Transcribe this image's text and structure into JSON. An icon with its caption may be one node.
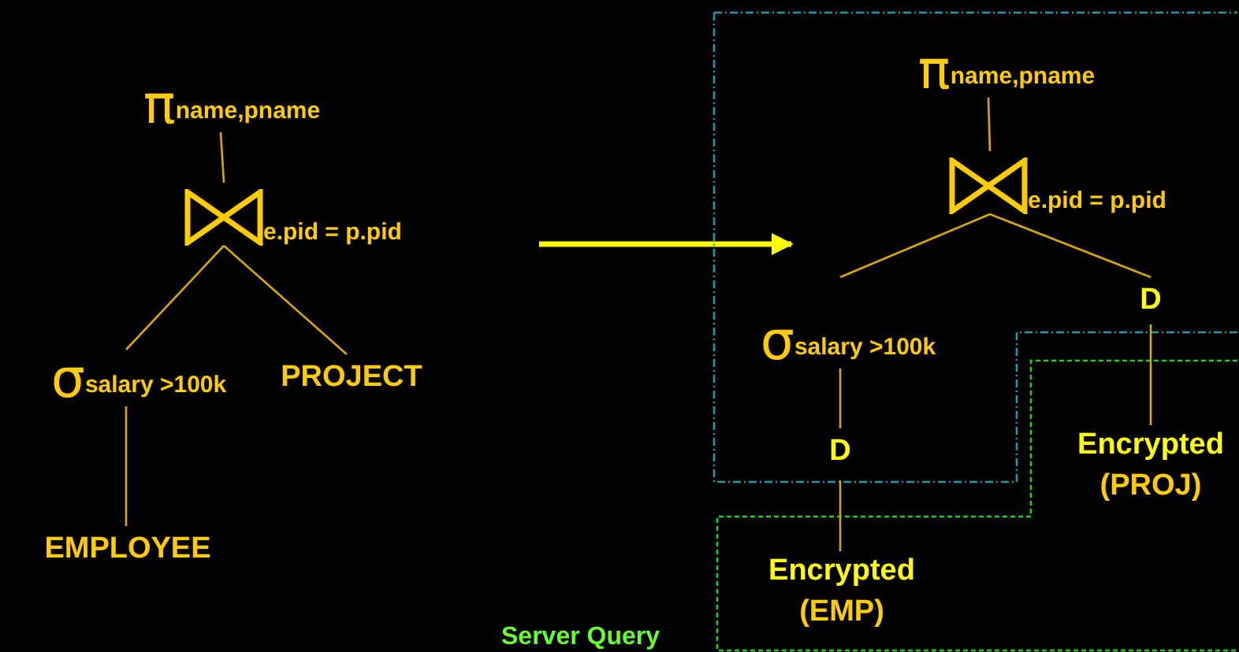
{
  "diagram": {
    "nodes": [
      {
        "text": [
          "π",
          "name,pname"
        ]
      },
      {
        "text": [
          "e.pid = p.pid"
        ]
      },
      {
        "text": [
          "σ",
          "salary >100k"
        ]
      },
      {
        "text": [
          "PROJECT"
        ]
      },
      {
        "text": [
          "EMPLOYEE"
        ]
      },
      {
        "text": [
          "π",
          "name,pname"
        ]
      },
      {
        "text": [
          "e.pid = p.pid"
        ]
      },
      {
        "text": [
          "σ",
          "salary >100k"
        ]
      },
      {
        "text": [
          "D"
        ]
      },
      {
        "text": [
          "D"
        ]
      },
      {
        "text": [
          "Encrypted",
          "(EMP)"
        ]
      },
      {
        "text": [
          "Encrypted",
          "(PROJ)"
        ]
      }
    ],
    "edges": [
      {
        "from": 0,
        "to": 1,
        "arrow": "none"
      },
      {
        "from": 1,
        "to": 2,
        "arrow": "none"
      },
      {
        "from": 1,
        "to": 3,
        "arrow": "none"
      },
      {
        "from": 2,
        "to": 4,
        "arrow": "none"
      },
      {
        "from": 5,
        "to": 6,
        "arrow": "none"
      },
      {
        "from": 6,
        "to": 7,
        "arrow": "none"
      },
      {
        "from": 6,
        "to": 8,
        "arrow": "none"
      },
      {
        "from": 7,
        "to": 9,
        "arrow": "none"
      },
      {
        "from": 9,
        "to": 10,
        "arrow": "none"
      },
      {
        "from": 8,
        "to": 11,
        "arrow": "none"
      }
    ],
    "labels": [
      "Server Query"
    ]
  }
}
